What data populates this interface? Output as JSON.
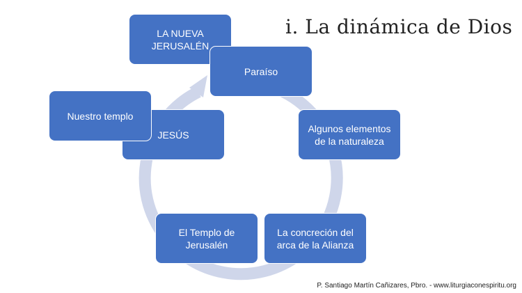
{
  "title": "i. La dinámica de Dios",
  "nodes": {
    "nueva_jerusalen": "LA NUEVA JERUSALÉN",
    "paraiso": "Paraíso",
    "naturaleza": "Algunos elementos de la naturaleza",
    "arca": "La concreción del arca de la Alianza",
    "templo_jerusalen": "El Templo de Jerusalén",
    "jesus": "JESÚS",
    "nuestro_templo": "Nuestro templo"
  },
  "footer": "P. Santiago Martín Cañizares, Pbro.  - www.liturgiaconespiritu.org",
  "colors": {
    "box": "#4472c4",
    "cycle_arrow": "#cfd6ea"
  }
}
